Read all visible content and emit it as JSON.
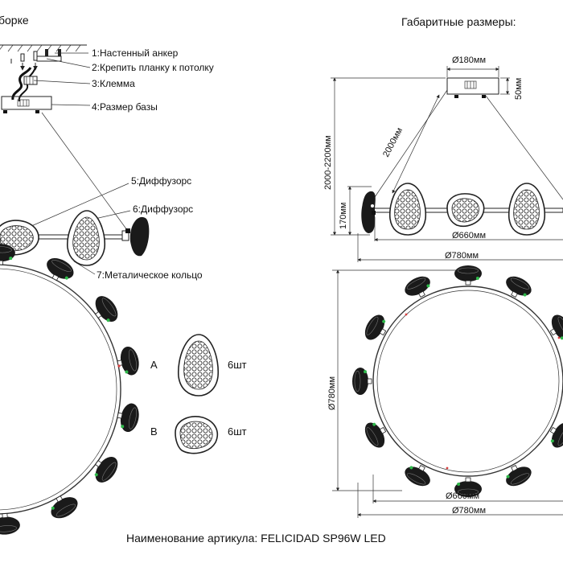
{
  "headers": {
    "assembly": "борке",
    "dimensions": "Габаритные размеры:"
  },
  "callouts": [
    "1:Настенный анкер",
    "2:Крепить планку к потолку",
    "3:Клемма",
    "4:Размер базы",
    "5:Диффузорс",
    "6:Диффузорс",
    "7:Металическое кольцо"
  ],
  "parts": [
    {
      "letter": "A",
      "count": "6шт"
    },
    {
      "letter": "B",
      "count": "6шт"
    }
  ],
  "dimensions": {
    "base_diameter": "Ø180мм",
    "base_height": "50мм",
    "total_height": "2000-2200мм",
    "cable_length": "2000мм",
    "lamp_height": "170мм",
    "ring_diameter_side": "Ø660мм",
    "overall_diameter_side": "Ø780мм",
    "overall_diameter_vertical": "Ø780мм",
    "ring_diameter_top": "Ø660мм",
    "overall_diameter_top": "Ø780мм"
  },
  "footer": "Наименование артикула: FELICIDAD SP96W LED",
  "colors": {
    "line": "#222222",
    "led": "#2fb84a",
    "marker": "#d94040"
  }
}
